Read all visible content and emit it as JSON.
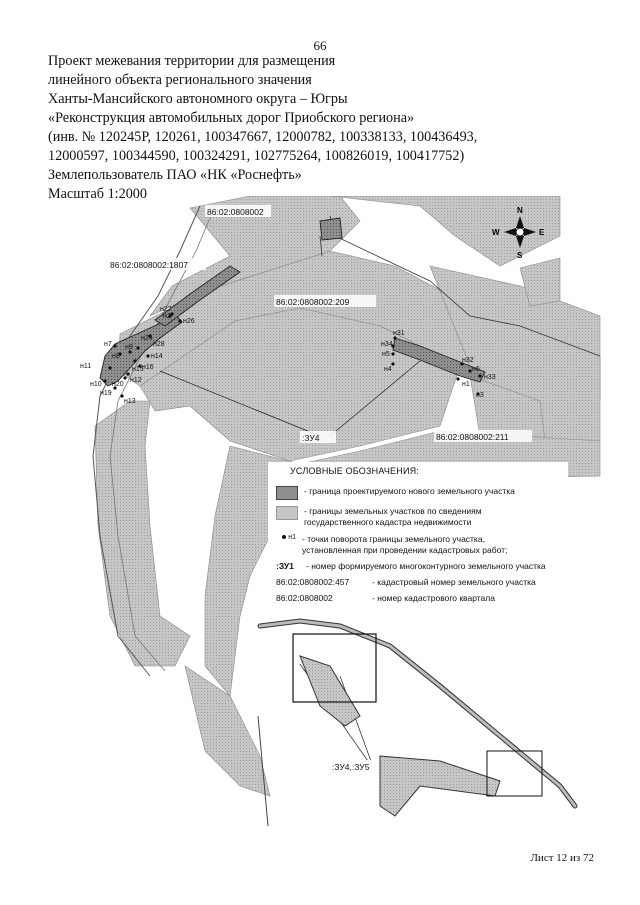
{
  "page_number": "66",
  "header": {
    "lines": [
      "Проект межевания территории для размещения",
      "линейного объекта регионального значения",
      "Ханты-Мансийского автономного округа – Югры",
      "«Реконструкция автомобильных дорог Приобского региона»",
      "(инв. № 120245Р, 120261, 100347667, 12000782, 100338133, 100436493,",
      "12000597, 100344590, 100324291, 102775264, 100826019, 100417752)",
      "Землепользователь ПАО «НК «Роснефть»",
      "Масштаб 1:2000"
    ]
  },
  "compass": {
    "n": "N",
    "s": "S",
    "w": "W",
    "e": "E"
  },
  "map_labels": {
    "quarter": "86:02:0808002",
    "parcel_1807": "86:02:0808002:1807",
    "parcel_209": "86:02:0808002:209",
    "parcel_211": "86:02:0808002:211",
    "zu4": ":ЗУ4",
    "zu4_zu5": ":ЗУ4,:ЗУ5"
  },
  "points": {
    "n1": "н1",
    "n2": "н2",
    "n3": "н3",
    "n4": "н4",
    "n5": "н5",
    "n6": "н6",
    "n7": "н7",
    "n8": "н8",
    "n9": "н9",
    "n10": "н10",
    "n11": "н11",
    "n12": "н12",
    "n13": "н13",
    "n14": "н14",
    "n15": "н15",
    "n16": "н16",
    "n19": "н19",
    "n20": "н20",
    "n24": "н24",
    "n26": "н26",
    "n27": "н27",
    "n28": "н28",
    "n31": "н31",
    "n32": "н32",
    "n33": "н33",
    "n34": "н34"
  },
  "legend": {
    "title": "УСЛОВНЫЕ ОБОЗНАЧЕНИЯ:",
    "new_parcel": "- граница проектируемого нового земельного участка",
    "existing_parcel": "- границы земельных участков по сведениям государственного кадастра недвижимости",
    "point_marker_label": "н1",
    "turn_points": "- точки поворота границы земельного участка, установленная при проведении кадастровых работ;",
    "multi_code": ":ЗУ1",
    "multi_desc": "- номер формируемого многоконтурного земельного участка",
    "cad_number_code": "86:02:0808002:457",
    "cad_number_desc": "- кадастровый номер земельного участка",
    "quarter_code": "86:02:0808002",
    "quarter_desc": "- номер кадастрового квартала"
  },
  "colors": {
    "new_parcel": "#8f8f8f",
    "existing_parcel": "#c6c6c6",
    "boundary": "#333333"
  },
  "footer": "Лист 12 из 72"
}
